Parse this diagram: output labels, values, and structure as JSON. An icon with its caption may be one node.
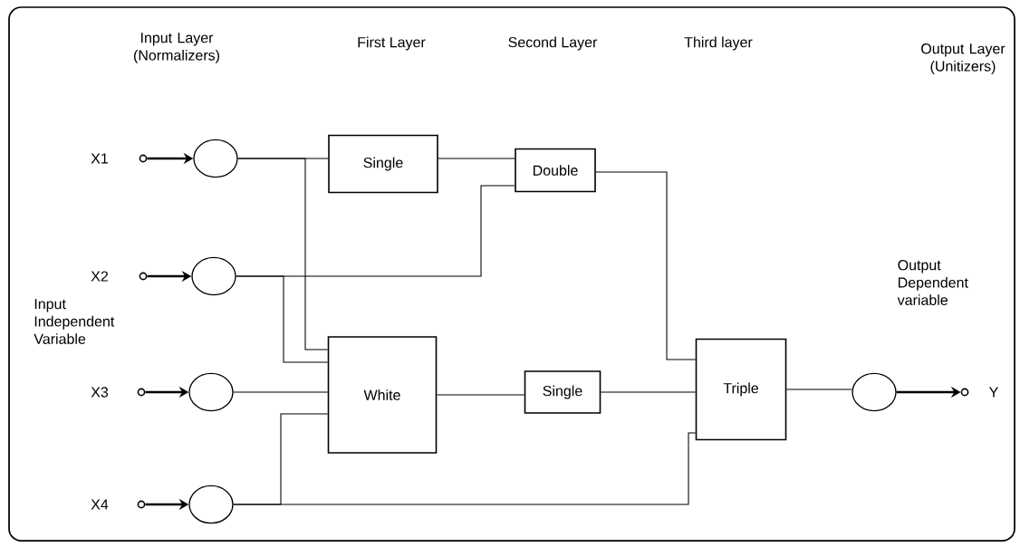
{
  "diagram": {
    "nodes": [
      {
        "text": [],
        "shape": "circle"
      },
      {
        "text": [],
        "shape": "circle"
      },
      {
        "text": [],
        "shape": "circle"
      },
      {
        "text": [],
        "shape": "circle"
      },
      {
        "text": [
          "Single"
        ]
      },
      {
        "text": [
          "Double"
        ]
      },
      {
        "text": [
          "White"
        ]
      },
      {
        "text": [
          "Single"
        ]
      },
      {
        "text": [
          "Triple"
        ]
      },
      {
        "text": [],
        "shape": "circle"
      },
      {
        "text": [],
        "shape": "circle"
      },
      {
        "text": [],
        "shape": "circle"
      },
      {
        "text": [],
        "shape": "circle"
      },
      {
        "text": [],
        "shape": "circle"
      },
      {
        "text": [],
        "shape": "circle"
      }
    ],
    "edges": [
      {
        "from": 10,
        "to": 0,
        "arrow": "to"
      },
      {
        "from": 11,
        "to": 1,
        "arrow": "to"
      },
      {
        "from": 12,
        "to": 2,
        "arrow": "to"
      },
      {
        "from": 13,
        "to": 3,
        "arrow": "to"
      },
      {
        "from": 0,
        "to": 4,
        "arrow": "none"
      },
      {
        "from": 0,
        "to": 6,
        "arrow": "none"
      },
      {
        "from": 1,
        "to": 5,
        "arrow": "none"
      },
      {
        "from": 1,
        "to": 6,
        "arrow": "none"
      },
      {
        "from": 2,
        "to": 6,
        "arrow": "none"
      },
      {
        "from": 3,
        "to": 6,
        "arrow": "none"
      },
      {
        "from": 3,
        "to": 8,
        "arrow": "none"
      },
      {
        "from": 4,
        "to": 5,
        "arrow": "none"
      },
      {
        "from": 5,
        "to": 8,
        "arrow": "none"
      },
      {
        "from": 6,
        "to": 7,
        "arrow": "none"
      },
      {
        "from": 7,
        "to": 8,
        "arrow": "none"
      },
      {
        "from": 8,
        "to": 9,
        "arrow": "none"
      },
      {
        "from": 9,
        "to": 14,
        "arrow": "to"
      }
    ],
    "labels": [
      "Input Layer (Normalizers)",
      "First Layer",
      "Second Layer",
      "Third layer",
      "Output Layer (Unitizers)",
      "X1",
      "X2",
      "Input Independent Variable",
      "X3",
      "X4",
      "Output Dependent variable",
      "Y"
    ]
  }
}
